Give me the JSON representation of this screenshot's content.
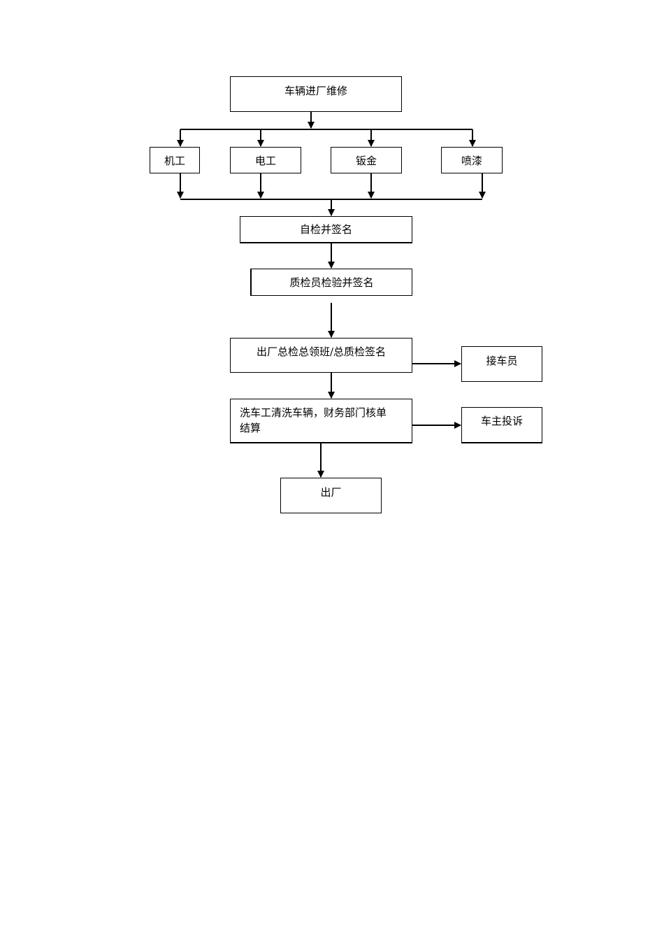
{
  "flowchart": {
    "start": "车辆进厂维修",
    "departments": [
      "机工",
      "电工",
      "钣金",
      "喷漆"
    ],
    "self_check": "自检并签名",
    "qc_check": "质检员检验并签名",
    "final_check": "出厂总检总领班/总质检签名",
    "receiver": "接车员",
    "wash_line1": "洗车工清洗车辆，财务部门核单",
    "wash_line2": "结算",
    "complaint": "车主投诉",
    "exit": "出厂"
  },
  "colors": {
    "line": "#000000",
    "box_border": "#000000",
    "background": "#ffffff"
  }
}
